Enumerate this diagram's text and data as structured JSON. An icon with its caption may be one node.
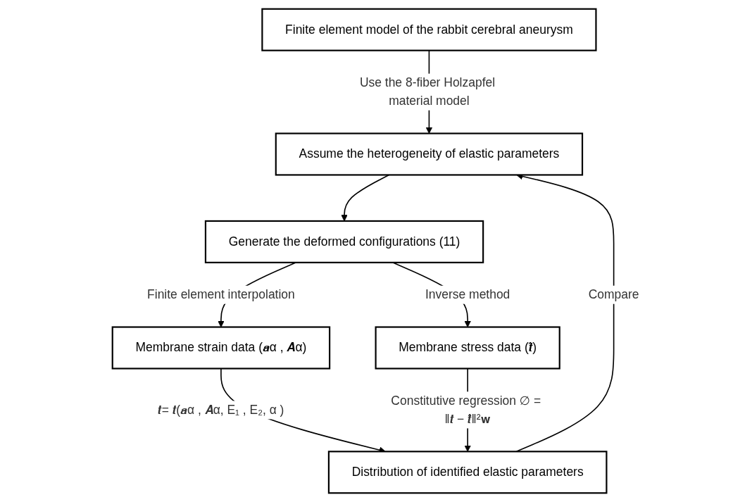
{
  "diagram": {
    "nodes": [
      {
        "text": [
          "Finite element model of the rabbit cerebral aneurysm"
        ]
      },
      {
        "text": [
          "Assume the heterogeneity of elastic parameters"
        ]
      },
      {
        "text": [
          "Generate the deformed configurations (11)"
        ]
      },
      {
        "text": [
          "Membrane strain data (𝒂α , 𝑨α)"
        ]
      },
      {
        "text": [
          "Membrane stress data (𝒕̂)"
        ]
      },
      {
        "text": [
          "Distribution of identified elastic parameters"
        ]
      }
    ],
    "edges": [
      {
        "from": 0,
        "to": 1,
        "arrow": "to",
        "label": "Use the 8-fiber Holzapfel material model"
      },
      {
        "from": 1,
        "to": 2,
        "arrow": "to"
      },
      {
        "from": 2,
        "to": 3,
        "arrow": "to",
        "label": "Finite element interpolation"
      },
      {
        "from": 2,
        "to": 4,
        "arrow": "to",
        "label": "Inverse method"
      },
      {
        "from": 3,
        "to": 5,
        "arrow": "to",
        "label": "𝒕= 𝒕(𝒂α , 𝑨α, E₁ , E₂, α )"
      },
      {
        "from": 4,
        "to": 5,
        "arrow": "to",
        "label": "Constitutive regression ∅ = ‖𝒕 − 𝒕̂‖²𝐰"
      },
      {
        "from": 5,
        "to": 1,
        "arrow": "to",
        "label": "Compare"
      }
    ]
  }
}
